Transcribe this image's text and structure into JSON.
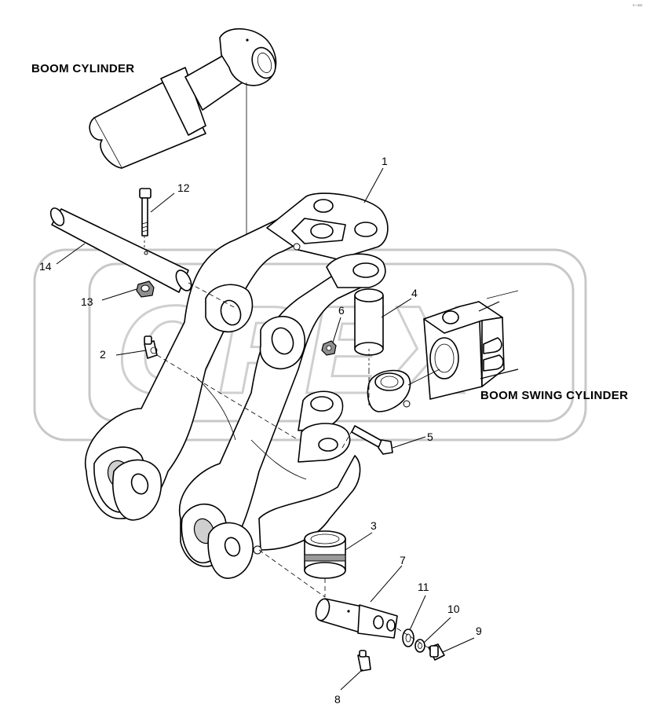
{
  "headings": {
    "boom_cylinder": "BOOM CYLINDER",
    "boom_swing_cylinder": "BOOM SWING CYLINDER"
  },
  "watermark_text": "OPEX",
  "callouts": {
    "c1": "1",
    "c2": "2",
    "c3": "3",
    "c4": "4",
    "c5": "5",
    "c6": "6",
    "c7": "7",
    "c8": "8",
    "c9": "9",
    "c10": "10",
    "c11": "11",
    "c12": "12",
    "c13": "13",
    "c14": "14"
  },
  "corner_mark": "s—sss"
}
